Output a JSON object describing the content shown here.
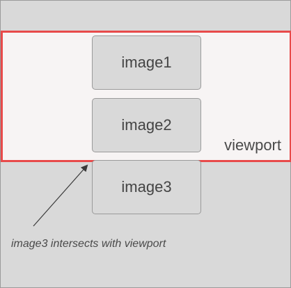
{
  "viewport": {
    "label": "viewport",
    "border_color": "#e84a4a",
    "fill_color": "#f7f4f4"
  },
  "images": [
    {
      "label": "image1"
    },
    {
      "label": "image2"
    },
    {
      "label": "image3"
    }
  ],
  "annotation": {
    "text": "image3 intersects with viewport"
  },
  "colors": {
    "background": "#d9d9d9",
    "box_border": "#9a9a9a",
    "text": "#444444"
  }
}
